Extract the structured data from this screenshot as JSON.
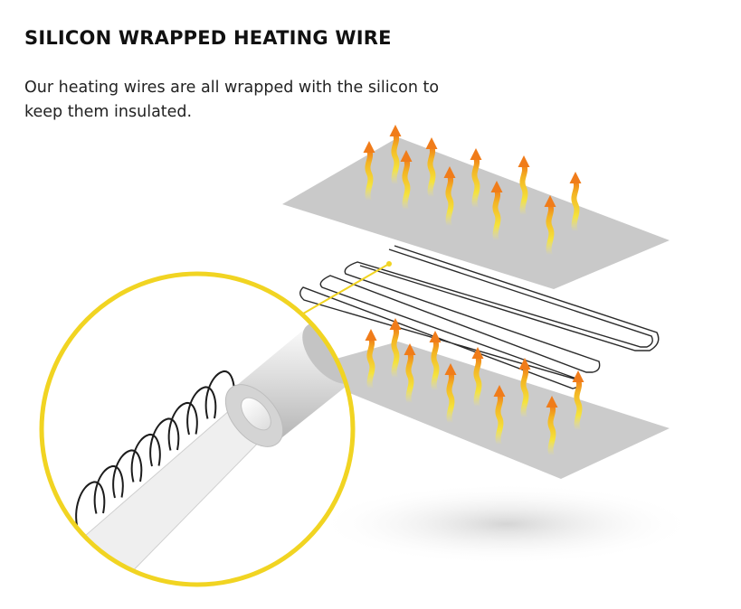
{
  "header": {
    "title": "SILICON WRAPPED HEATING WIRE",
    "description": "Our heating wires are all wrapped with the silicon to keep them insulated."
  },
  "illustration": {
    "components": [
      "top-plate",
      "heating-wire",
      "bottom-plate",
      "magnifier"
    ],
    "colors": {
      "plate": "#c8c8c8",
      "magnifier_ring": "#f1d422",
      "arrow_head": "#f07c1a",
      "arrow_tail": "#f5e33c",
      "wire": "#222222",
      "silicon": "#d9d9d9"
    },
    "icons": [
      "heat-arrow-icon"
    ]
  }
}
